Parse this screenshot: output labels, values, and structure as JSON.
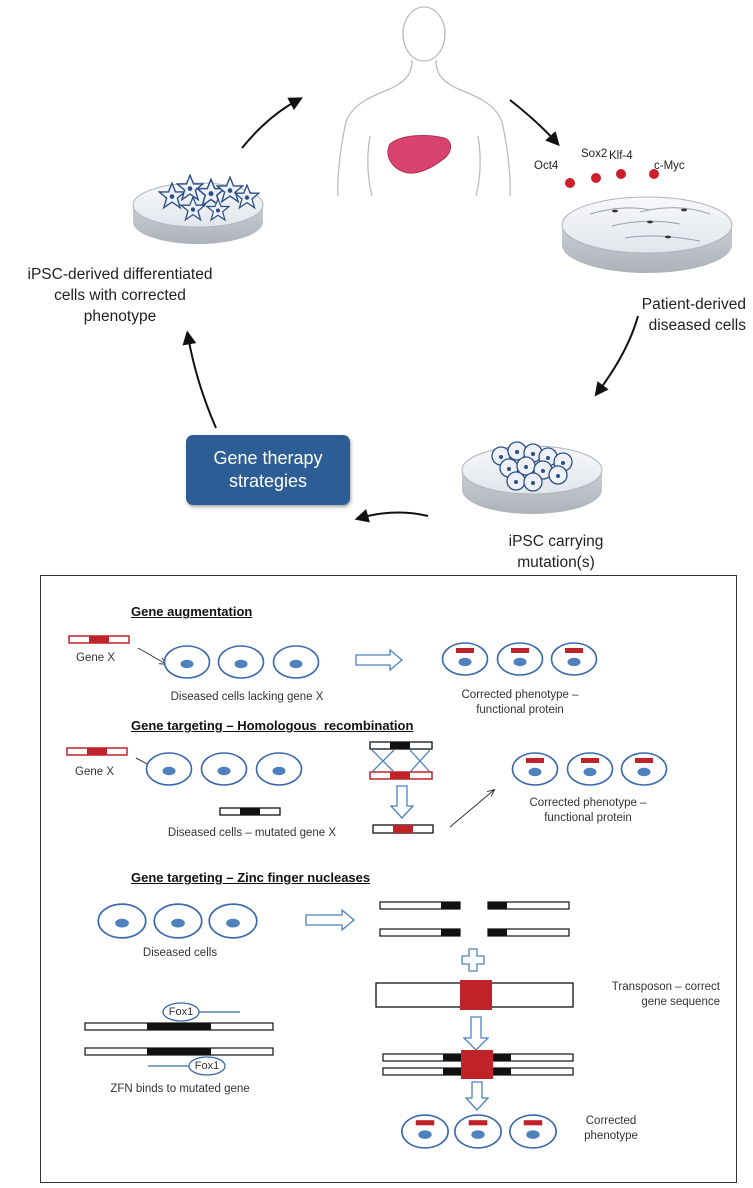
{
  "cycle": {
    "factors": [
      "Oct4",
      "Sox2",
      "Klf-4",
      "c-Myc"
    ],
    "patient_cells_label": "Patient-derived\ndiseased cells",
    "ipsc_label": "iPSC carrying\nmutation(s)",
    "gene_therapy_label": "Gene therapy\nstrategies",
    "corrected_cells_label": "iPSC-derived differentiated\ncells with corrected\nphenotype"
  },
  "panel": {
    "augmentation": {
      "heading": "Gene augmentation",
      "gene_label": "Gene X",
      "diseased_label": "Diseased cells lacking gene X",
      "corrected_label": "Corrected phenotype –\nfunctional protein"
    },
    "homologous": {
      "heading": "Gene targeting – Homologous  recombination",
      "gene_label": "Gene X",
      "diseased_label": "Diseased cells – mutated gene X",
      "corrected_label": "Corrected phenotype –\nfunctional protein"
    },
    "zinc": {
      "heading": "Gene targeting – Zinc finger nucleases",
      "diseased_label": "Diseased cells",
      "fox_label": "Fox1",
      "zfn_label": "ZFN binds to mutated gene",
      "transposon_label": "Transposon – correct\ngene sequence",
      "corrected_label": "Corrected\nphenotype"
    }
  },
  "colors": {
    "box_blue": "#2c5d94",
    "cell_outline": "#3b69ad",
    "nucleus": "#4f81bd",
    "gene_red": "#c0222a",
    "dot_red": "#cc1f2a",
    "liver": "#d9436f"
  }
}
